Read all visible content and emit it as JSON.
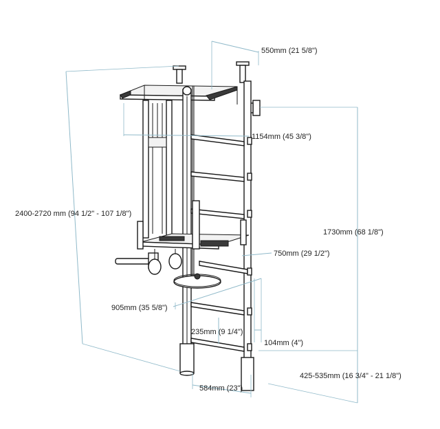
{
  "dimensions": {
    "width_top": "550mm (21 5/8\")",
    "pullup_depth": "1154mm (45 3/8\")",
    "total_height": "2400-2720 mm (94 1/2\" - 107 1/8\")",
    "ladder_height": "1730mm (68 1/8\")",
    "dip_depth": "750mm (29 1/2\")",
    "ring_reach": "905mm (35 5/8\")",
    "rung_spacing": "235mm (9 1/4\")",
    "wall_offset": "104mm (4\")",
    "floor_width": "584mm (23\")",
    "base_range": "425-535mm (16 3/4\" - 21 1/8\")"
  },
  "colors": {
    "dimension_line": "#8fb9c9",
    "frame_outline": "#1a1a1a",
    "text": "#222222"
  }
}
